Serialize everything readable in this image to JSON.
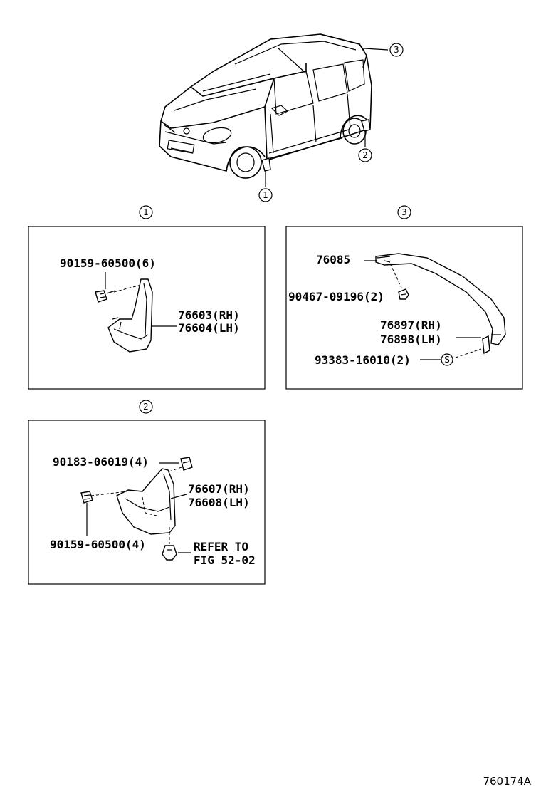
{
  "callouts": {
    "c1": "1",
    "c2": "2",
    "c3": "3"
  },
  "panel1": {
    "bolt": "90159-60500(6)",
    "part_rh": "76603(RH)",
    "part_lh": "76604(LH)"
  },
  "panel3": {
    "spoiler": "76085",
    "nut": "90467-09196(2)",
    "part_rh": "76897(RH)",
    "part_lh": "76898(LH)",
    "seal": "93383-16010(2)",
    "seal_mark": "S"
  },
  "panel2": {
    "nut": "90183-06019(4)",
    "part_rh": "76607(RH)",
    "part_lh": "76608(LH)",
    "bolt": "90159-60500(4)",
    "refer_line1": "REFER TO",
    "refer_line2": "FIG 52-02"
  },
  "figure_id": "760174A"
}
